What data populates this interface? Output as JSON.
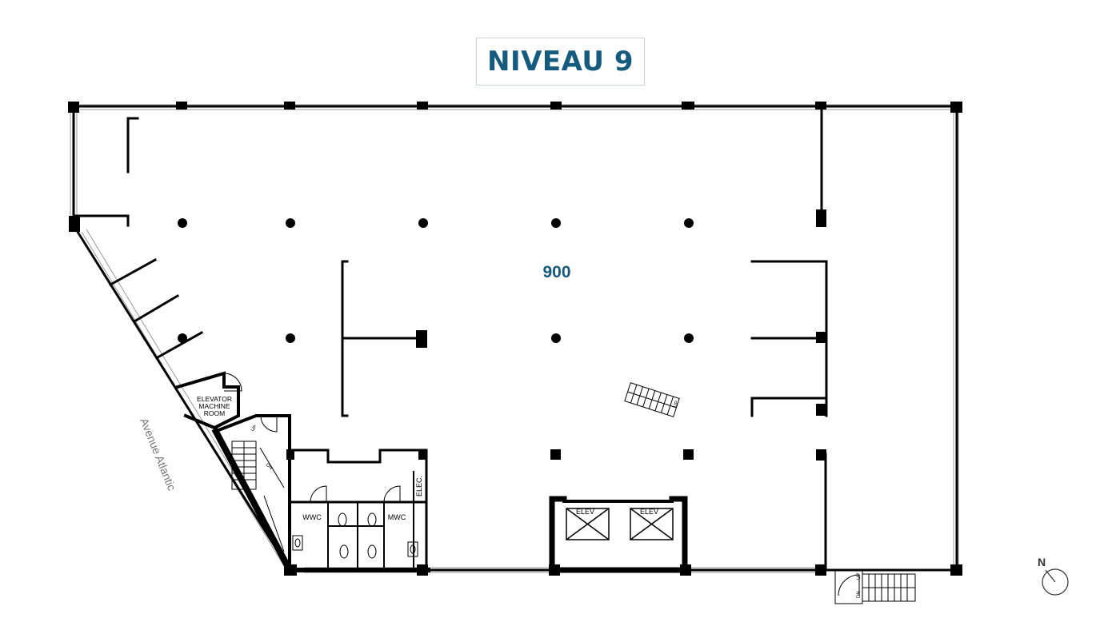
{
  "title": "NIVEAU 9",
  "suite_number": "900",
  "street_name": "Avenue Atlantic",
  "rooms": {
    "elevator_room_line1": "ELEVATOR",
    "elevator_room_line2": "MACHINE",
    "elevator_room_line3": "ROOM",
    "wwc": "WWC",
    "mwc": "MWC",
    "elec": "ELEC.",
    "elev_1": "ELEV",
    "elev_2": "ELEV"
  },
  "stairs": {
    "up_label": "UP",
    "dn_label": "DN",
    "up_label_2": "UP",
    "dn_label_2": "DN",
    "up_label_3": "UP"
  },
  "compass": {
    "label": "N"
  },
  "colors": {
    "accent": "#155a7f",
    "wall": "#000000",
    "window": "#9a9a9a"
  }
}
